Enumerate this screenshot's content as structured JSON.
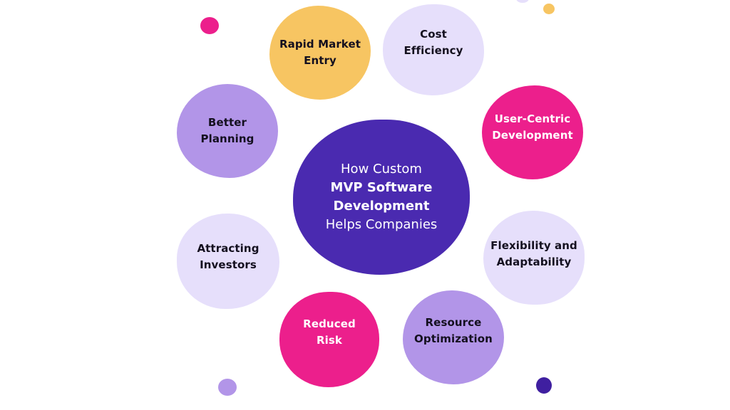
{
  "colors": {
    "center": "#4A2AB0",
    "yellow": "#F7C562",
    "pink": "#EC1F8C",
    "violet": "#B295E8",
    "lavender": "#E6DFFB",
    "navy": "#3F1FA0",
    "dark_text": "#14101F",
    "light_text": "#FFFFFF"
  },
  "center": {
    "line1": "How Custom",
    "line2": "MVP Software",
    "line3": "Development",
    "line4": "Helps Companies"
  },
  "benefits": {
    "rapid_market_entry": "Rapid Market\nEntry",
    "cost_efficiency": "Cost\nEfficiency",
    "better_planning": "Better\nPlanning",
    "user_centric_development": "User-Centric\nDevelopment",
    "attracting_investors": "Attracting\nInvestors",
    "flexibility_and_adaptability": "Flexibility and\nAdaptability",
    "reduced_risk": "Reduced\nRisk",
    "resource_optimization": "Resource\nOptimization"
  }
}
